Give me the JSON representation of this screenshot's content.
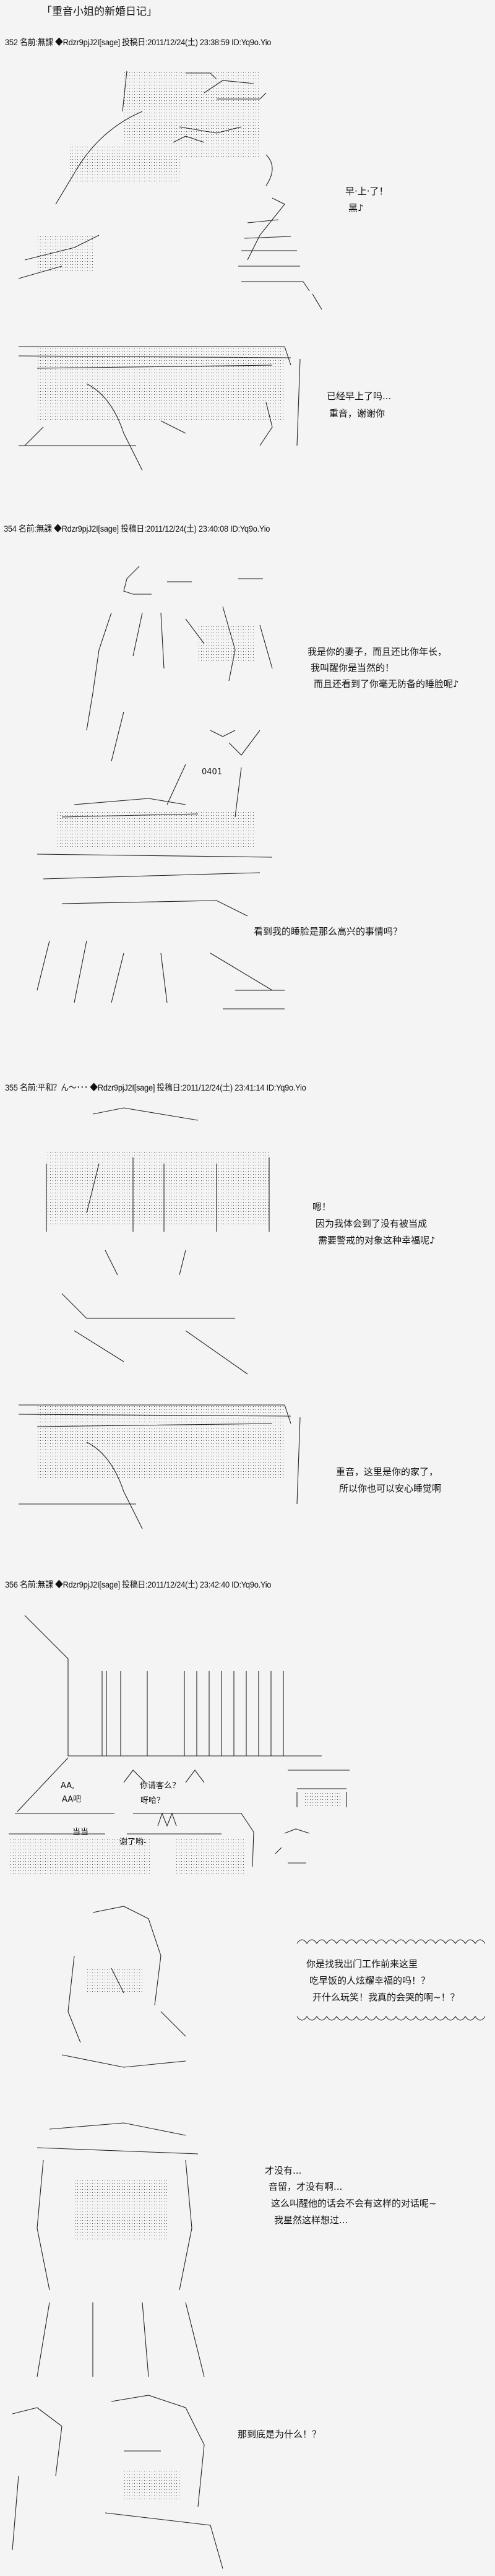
{
  "title": "「重音小姐的新婚日记」",
  "posts": [
    {
      "header": "352 名前:無課 ◆Rdzr9pjJ2I[sage] 投稿日:2011/12/24(土) 23:38:59 ID:Yq9o.Yio",
      "panels": [
        {
          "lines": [
            "早·上·了！",
            "黑♪"
          ]
        },
        {
          "lines": [
            "已经早上了吗...",
            "重音，谢谢你"
          ]
        }
      ]
    },
    {
      "header": "354 名前:無課 ◆Rdzr9pjJ2I[sage] 投稿日:2011/12/24(土) 23:40:08 ID:Yq9o.Yio",
      "panels": [
        {
          "lines": [
            "我是你的妻子，而且还比你年长，",
            "我叫醒你是当然的！",
            "而且还看到了你毫无防备的睡脸呢♪"
          ],
          "art_text": "0401"
        },
        {
          "lines": [
            "看到我的睡脸是那么高兴的事情吗？"
          ]
        }
      ]
    },
    {
      "header": "355 名前:平和？ん～･･･ ◆Rdzr9pjJ2I[sage] 投稿日:2011/12/24(土) 23:41:14 ID:Yq9o.Yio",
      "panels": [
        {
          "lines": [
            "嗯！",
            "因为我体会到了没有被当成",
            "需要警戒的对象这种幸福呢♪"
          ]
        },
        {
          "lines": [
            "重音，这里是你的家了，",
            "所以你也可以安心睡觉啊"
          ]
        }
      ]
    },
    {
      "header": "356 名前:無課 ◆Rdzr9pjJ2I[sage] 投稿日:2011/12/24(土) 23:42:40 ID:Yq9o.Yio",
      "panels": [
        {
          "scene_text": [
            "AA,",
            "AA吧",
            "你请客么？",
            "呀哈？",
            "当当",
            "谢了哟-"
          ]
        },
        {
          "lines": [
            "你是找我出门工作前来这里",
            "吃早饭的人炫耀幸福的吗！？",
            "开什么玩笑！我真的会哭的啊~！？"
          ]
        },
        {
          "lines": [
            "才没有...",
            "音留，才没有啊...",
            "这么叫醒他的话会不会有这样的对话呢~",
            "我星然这样想过..."
          ]
        },
        {
          "lines": [
            "那到底是为什么！？"
          ]
        }
      ]
    }
  ]
}
